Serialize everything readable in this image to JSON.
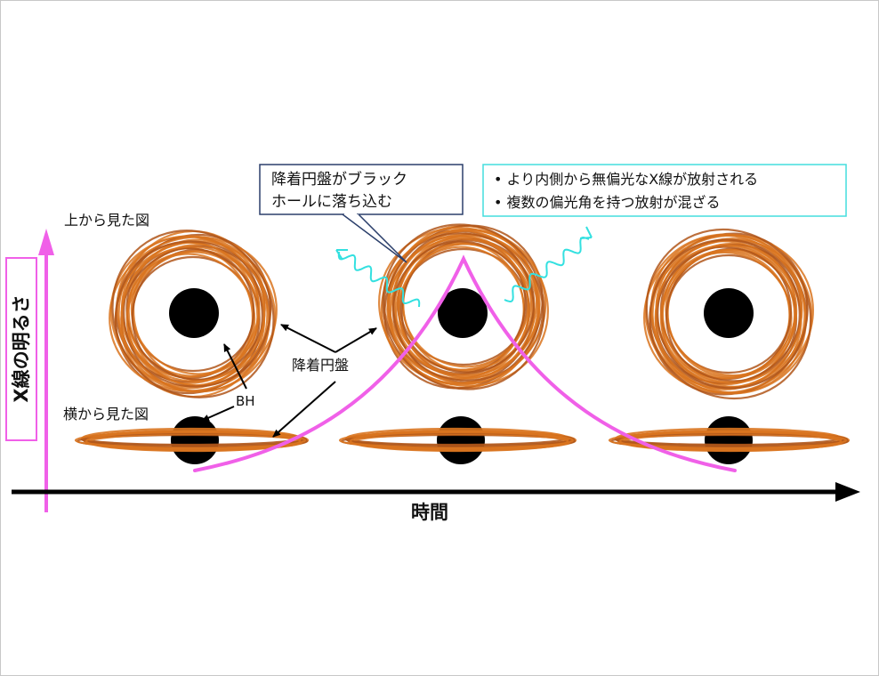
{
  "labels": {
    "top_view": "上から見た図",
    "side_view": "横から見た図",
    "y_axis": "X線の明るさ",
    "x_axis": "時間",
    "bh": "BH",
    "disk": "降着円盤",
    "callout_fall": [
      "降着円盤がブラック",
      "ホールに落ち込む"
    ],
    "callout_emission": [
      "• より内側から無偏光なX線が放射される",
      "• 複数の偏光角を持つ放射が混ざる"
    ]
  },
  "colors": {
    "disk": "#d9741f",
    "disk_dark": "#b0561a",
    "curve": "#f060e8",
    "y_axis": "#f060e8",
    "photon": "#33e0e0",
    "callout_fall_border": "#2b3f6b",
    "callout_emission_border": "#44dddd",
    "black_hole": "#000000",
    "axis": "#000000"
  }
}
